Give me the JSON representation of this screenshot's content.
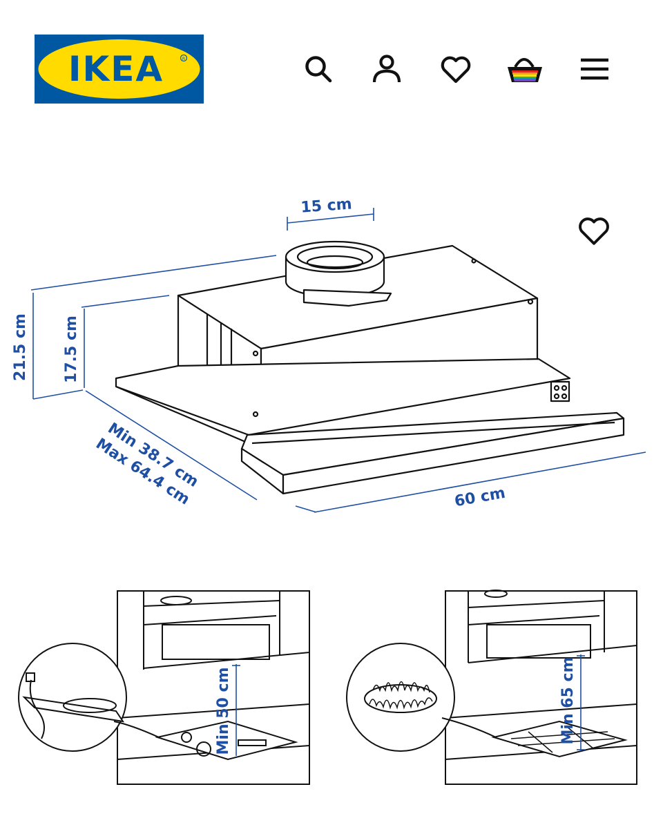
{
  "header": {
    "logo_text": "IKEA",
    "logo_colors": {
      "blue": "#0058a3",
      "yellow": "#ffdb00"
    },
    "icons": [
      "search-icon",
      "account-icon",
      "favorites-icon",
      "cart-icon",
      "menu-icon"
    ]
  },
  "product": {
    "favorite_icon": "heart-icon",
    "dimensions": {
      "duct_diameter": "15 cm",
      "total_height": "21.5 cm",
      "body_height": "17.5 cm",
      "depth_min": "Min 38.7 cm",
      "depth_max": "Max 64.4 cm",
      "width": "60 cm"
    }
  },
  "clearances": {
    "electric_hob": "Min 50 cm",
    "gas_hob": "Min 65 cm"
  },
  "colors": {
    "dimension_blue": "#1f4fa3",
    "line": "#111111"
  }
}
